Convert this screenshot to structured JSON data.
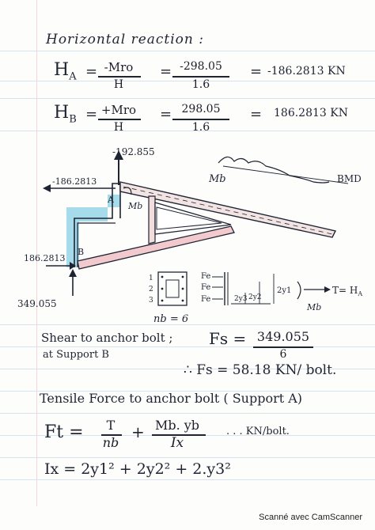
{
  "heading": "Horizontal reaction :",
  "eq_ha": {
    "lhs": "H",
    "sub": "A",
    "eq": "=",
    "num1": "-Mro",
    "den1": "H",
    "eq2": "=",
    "num2": "-298.05",
    "den2": "1.6",
    "eq3": "=",
    "result": "-186.2813 KN"
  },
  "eq_hb": {
    "lhs": "H",
    "sub": "B",
    "eq": "=",
    "num1": "+Mro",
    "den1": "H",
    "eq2": "=",
    "num2": "298.05",
    "den2": "1.6",
    "eq3": "=",
    "result": "186.2813 KN"
  },
  "diagram": {
    "top_force": "-192.855",
    "left_force": "-186.2813",
    "label_a": "A",
    "label_mb": "Mb",
    "label_mb_curve": "Mb",
    "label_bmd": "BMD",
    "label_b": "B",
    "force_b": "186.2813",
    "force_bottom": "349.055"
  },
  "bolt_diagram": {
    "rows": [
      "1",
      "2",
      "3"
    ],
    "forces": [
      "Fe",
      "Fe",
      "Fe"
    ],
    "y3": "2y3",
    "y2": "2y2",
    "y1": "2y1",
    "tension": "T= H",
    "tension_sub": "A",
    "moment": "Mb",
    "nb": "nb = 6"
  },
  "shear": {
    "line1": "Shear to anchor bolt ;",
    "line2": "at Support B",
    "fs_label": "Fs =",
    "num": "349.055",
    "den": "6",
    "therefore": "∴  Fs  =  58.18  KN/ bolt."
  },
  "tensile": {
    "title": "Tensile Force to anchor bolt ( Support A)",
    "ft": "Ft  =",
    "t_num": "T",
    "t_den": "nb",
    "plus": "+",
    "m_num": "Mb. yb",
    "m_den": "Ix",
    "unit": ". . .  KN/bolt.",
    "ix": "Ix = 2y1² + 2y2² + 2.y3²"
  },
  "footer": "Scanné avec CamScanner"
}
